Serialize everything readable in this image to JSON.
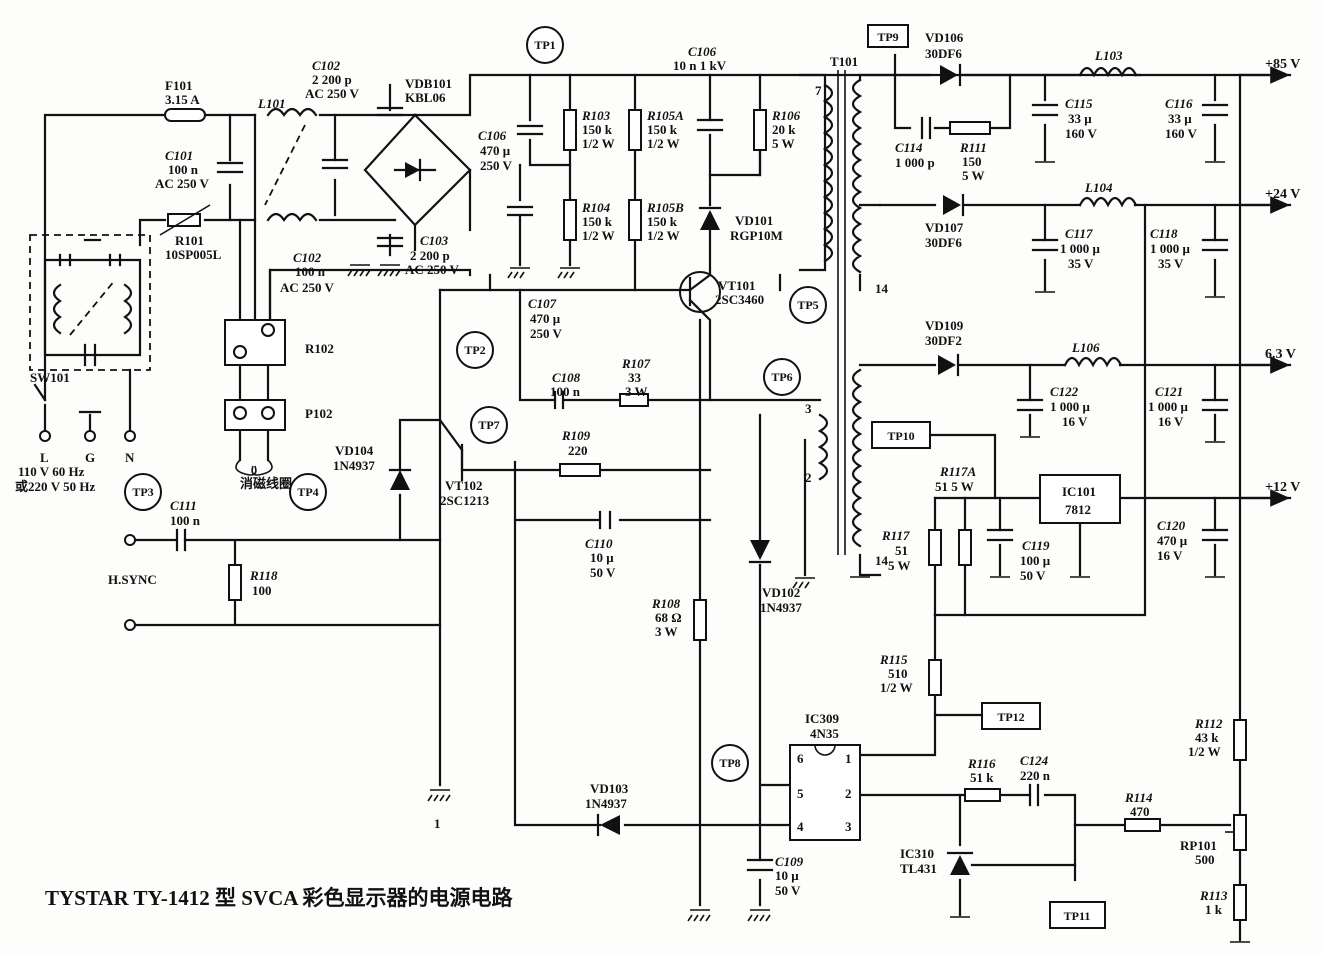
{
  "title": "TYSTAR TY-1412 型 SVCA 彩色显示器的电源电路",
  "ac_input": {
    "terminals": [
      "L",
      "G",
      "N"
    ],
    "line1": "110 V  60 Hz",
    "line2": "或220 V  50 Hz",
    "switch": "SW101"
  },
  "input_section": {
    "f101": {
      "ref": "F101",
      "val": "3.15 A"
    },
    "c101": {
      "ref": "C101",
      "val1": "100 n",
      "val2": "AC 250 V"
    },
    "r101": {
      "ref": "R101",
      "val": "10SP005L"
    },
    "l101": {
      "ref": "L101"
    },
    "c102a": {
      "ref": "C102",
      "val1": "2 200 p",
      "val2": "AC 250 V"
    },
    "c102b": {
      "ref": "C102",
      "val1": "100 n",
      "val2": "AC 250 V"
    },
    "c103": {
      "ref": "C103",
      "val1": "2 200 p",
      "val2": "AC 250 V"
    },
    "vdb101": {
      "ref": "VDB101",
      "val": "KBL06"
    },
    "r102": {
      "ref": "R102"
    },
    "p102": {
      "ref": "P102"
    },
    "degauss": "消磁线圈"
  },
  "primary": {
    "c105": {
      "ref": "C106",
      "val1": "470 μ",
      "val2": "250 V"
    },
    "r103": {
      "ref": "R103",
      "val1": "150 k",
      "val2": "1/2 W"
    },
    "r104": {
      "ref": "R104",
      "val1": "150 k",
      "val2": "1/2 W"
    },
    "r105a": {
      "ref": "R105A",
      "val1": "150 k",
      "val2": "1/2 W"
    },
    "r105b": {
      "ref": "R105B",
      "val1": "150 k",
      "val2": "1/2 W"
    },
    "c106": {
      "ref": "C106",
      "val": "10 n  1 kV"
    },
    "r106": {
      "ref": "R106",
      "val1": "20 k",
      "val2": "5 W"
    },
    "vd101": {
      "ref": "VD101",
      "val": "RGP10M"
    },
    "vt101": {
      "ref": "VT101",
      "val": "2SC3460"
    },
    "c107": {
      "ref": "C107",
      "val1": "470 μ",
      "val2": "250 V"
    },
    "c108": {
      "ref": "C108",
      "val": "100 n"
    },
    "r107": {
      "ref": "R107",
      "val1": "33",
      "val2": "3 W"
    },
    "r109": {
      "ref": "R109",
      "val": "220"
    },
    "c110": {
      "ref": "C110",
      "val1": "10 μ",
      "val2": "50 V"
    },
    "r108": {
      "ref": "R108",
      "val1": "68 Ω",
      "val2": "3 W"
    },
    "vd102": {
      "ref": "VD102",
      "val": "1N4937"
    },
    "vd103": {
      "ref": "VD103",
      "val": "1N4937"
    },
    "vd104": {
      "ref": "VD104",
      "val": "1N4937"
    },
    "vt102": {
      "ref": "VT102",
      "val": "2SC1213"
    },
    "c111": {
      "ref": "C111",
      "val": "100 n"
    },
    "r118": {
      "ref": "R118",
      "val": "100"
    },
    "c109": {
      "ref": "C109",
      "val1": "10 μ",
      "val2": "50 V"
    },
    "hsync": "H.SYNC"
  },
  "transformer": {
    "ref": "T101",
    "pins": [
      "7",
      "14",
      "3",
      "2",
      "14"
    ]
  },
  "secondary": {
    "vd106": {
      "ref": "VD106",
      "val": "30DF6"
    },
    "c114": {
      "ref": "C114",
      "val": "1 000 p"
    },
    "r111": {
      "ref": "R111",
      "val1": "150",
      "val2": "5 W"
    },
    "c115": {
      "ref": "C115",
      "val1": "33 μ",
      "val2": "160 V"
    },
    "l103": {
      "ref": "L103"
    },
    "c116": {
      "ref": "C116",
      "val1": "33 μ",
      "val2": "160 V"
    },
    "vd107": {
      "ref": "VD107",
      "val": "30DF6"
    },
    "c117": {
      "ref": "C117",
      "val1": "1 000 μ",
      "val2": "35 V"
    },
    "l104": {
      "ref": "L104"
    },
    "c118": {
      "ref": "C118",
      "val1": "1 000 μ",
      "val2": "35 V"
    },
    "vd109": {
      "ref": "VD109",
      "val": "30DF2"
    },
    "c122": {
      "ref": "C122",
      "val1": "1 000 μ",
      "val2": "16 V"
    },
    "l106": {
      "ref": "L106"
    },
    "c121": {
      "ref": "C121",
      "val1": "1 000 μ",
      "val2": "16 V"
    },
    "r117a": {
      "ref": "R117A",
      "val": "51  5 W"
    },
    "r117": {
      "ref": "R117",
      "val1": "51",
      "val2": "5 W"
    },
    "ic101": {
      "ref": "IC101",
      "val": "7812"
    },
    "c119": {
      "ref": "C119",
      "val1": "100 μ",
      "val2": "50 V"
    },
    "c120": {
      "ref": "C120",
      "val1": "470 μ",
      "val2": "16 V"
    },
    "r115": {
      "ref": "R115",
      "val1": "510",
      "val2": "1/2 W"
    },
    "ic309": {
      "ref": "IC309",
      "val": "4N35",
      "pins": [
        "6",
        "5",
        "4",
        "1",
        "2",
        "3"
      ]
    },
    "r116": {
      "ref": "R116",
      "val": "51 k"
    },
    "c124": {
      "ref": "C124",
      "val": "220 n"
    },
    "ic310": {
      "ref": "IC310",
      "val": "TL431"
    },
    "r114": {
      "ref": "R114",
      "val": "470"
    },
    "r112": {
      "ref": "R112",
      "val1": "43 k",
      "val2": "1/2 W"
    },
    "rp101": {
      "ref": "RP101",
      "val": "500"
    },
    "r113": {
      "ref": "R113",
      "val": "1 k"
    }
  },
  "outputs": [
    "+85 V",
    "+24 V",
    "6.3 V",
    "+12 V"
  ],
  "test_points": [
    "TP1",
    "TP2",
    "TP3",
    "TP4",
    "TP5",
    "TP6",
    "TP7",
    "TP8",
    "TP9",
    "TP10",
    "TP11",
    "TP12"
  ],
  "misc": {
    "ground_mark": "1"
  }
}
